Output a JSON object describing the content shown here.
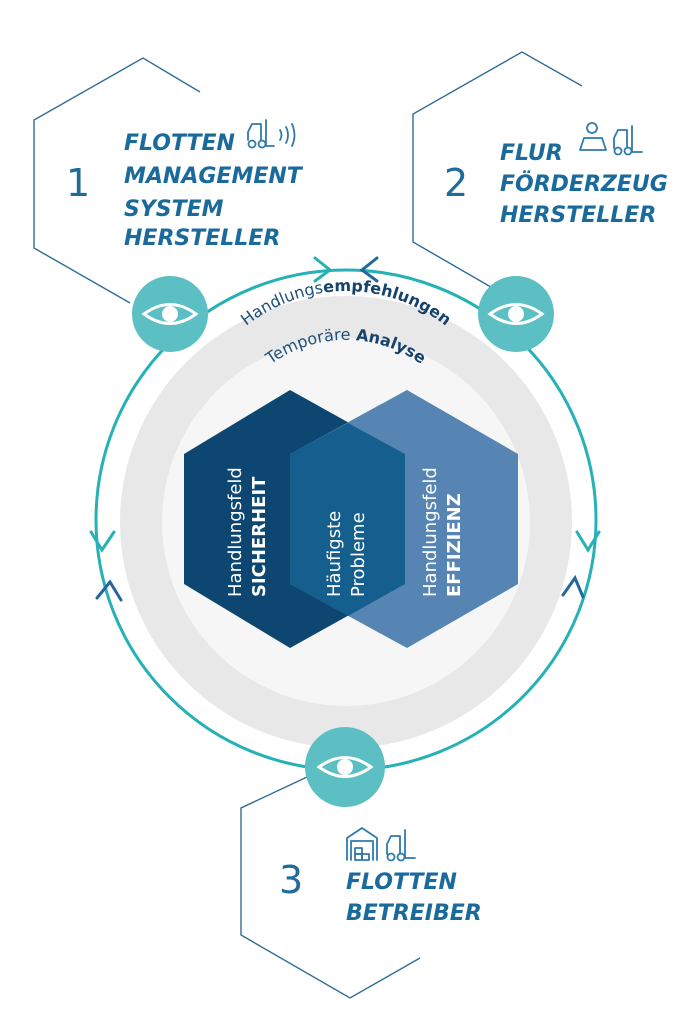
{
  "actors": [
    {
      "number": "1",
      "title_lines": [
        "FLOTTEN",
        "MANAGEMENT",
        "SYSTEM",
        "HERSTELLER"
      ],
      "icon": "forklift-signal-icon"
    },
    {
      "number": "2",
      "title_lines": [
        "FLUR",
        "FÖRDERZEUG",
        "HERSTELLER"
      ],
      "icon": "person-forklift-icon"
    },
    {
      "number": "3",
      "title_lines": [
        "FLOTTEN",
        "BETREIBER"
      ],
      "icon": "warehouse-forklift-icon"
    }
  ],
  "ring": {
    "outer_label_regular": "Handlungs",
    "outer_label_bold": "empfehlungen",
    "inner_label_regular": "Temporäre ",
    "inner_label_bold": "Analyse"
  },
  "fields": {
    "left": {
      "line1": "Handlungsfeld",
      "line2": "SICHERHEIT"
    },
    "center": {
      "line1": "Häufigste",
      "line2": "Probleme"
    },
    "right": {
      "line1": "Handlungsfeld",
      "line2": "EFFIZIENZ"
    }
  },
  "colors": {
    "teal": "#5bbfc4",
    "ring_teal": "#25b1b6",
    "arrow_dark": "#23679c",
    "outline_blue": "#2f6c98",
    "title_blue": "#1a6a9c",
    "hex_dark": "#0d4670",
    "hex_mid": "#155f8f",
    "hex_light": "#5685b3",
    "gray_outer": "#e7e7e7",
    "gray_inner": "#f5f5f5"
  }
}
